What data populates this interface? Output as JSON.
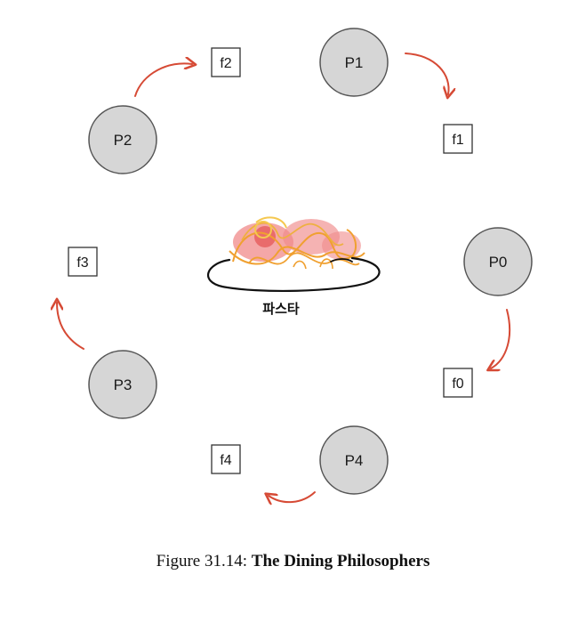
{
  "diagram": {
    "philosophers": [
      {
        "id": "P0",
        "label": "P0"
      },
      {
        "id": "P1",
        "label": "P1"
      },
      {
        "id": "P2",
        "label": "P2"
      },
      {
        "id": "P3",
        "label": "P3"
      },
      {
        "id": "P4",
        "label": "P4"
      }
    ],
    "forks": [
      {
        "id": "f0",
        "label": "f0"
      },
      {
        "id": "f1",
        "label": "f1"
      },
      {
        "id": "f2",
        "label": "f2"
      },
      {
        "id": "f3",
        "label": "f3"
      },
      {
        "id": "f4",
        "label": "f4"
      }
    ],
    "center_label": "파스타",
    "colors": {
      "philosopher_fill": "#d6d6d6",
      "philosopher_stroke": "#555555",
      "fork_stroke": "#333333",
      "arrow": "#d64a35",
      "noodle": "#f0a030",
      "sauce": "#f08a8a"
    }
  },
  "caption": {
    "prefix": "Figure 31.14: ",
    "title": "The Dining Philosophers"
  }
}
